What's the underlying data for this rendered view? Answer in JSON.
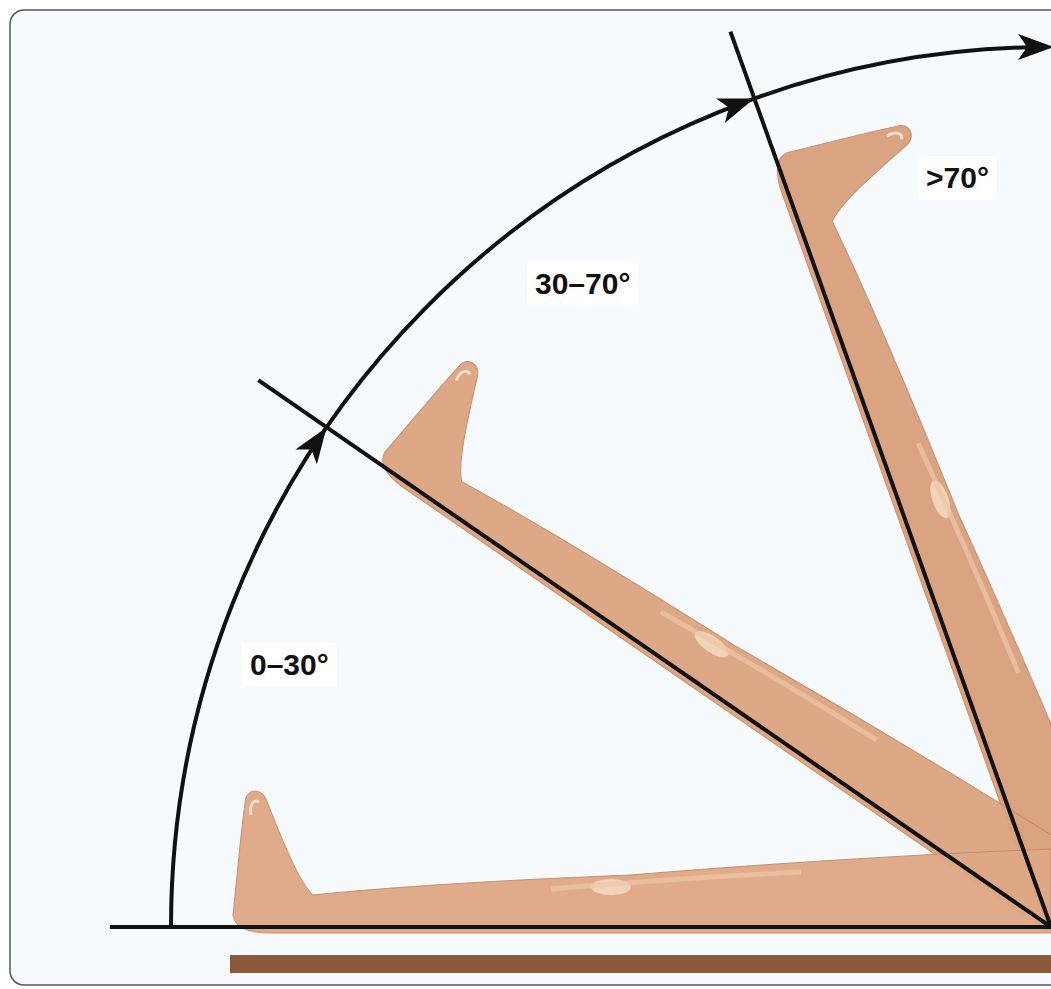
{
  "diagram": {
    "labels": [
      "0–30°",
      "30–70°",
      ">70°"
    ]
  }
}
